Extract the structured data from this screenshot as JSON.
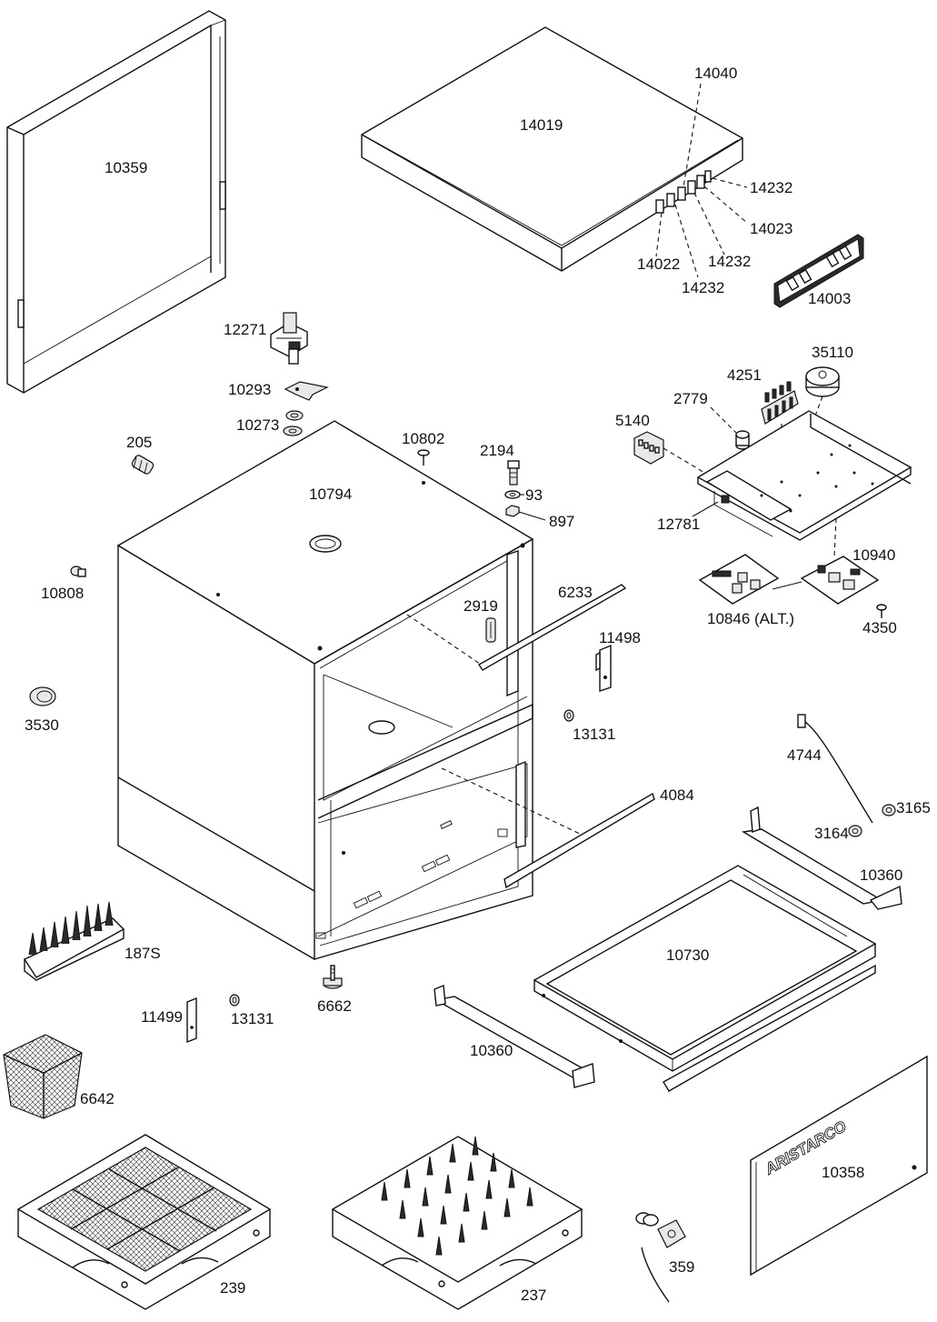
{
  "labels": {
    "p10359": "10359",
    "p14019": "14019",
    "p14040": "14040",
    "p14232a": "14232",
    "p14023": "14023",
    "p14232b": "14232",
    "p14022": "14022",
    "p14232c": "14232",
    "p14003": "14003",
    "p12271": "12271",
    "p10293": "10293",
    "p10273": "10273",
    "p35110": "35110",
    "p4251": "4251",
    "p2779": "2779",
    "p5140": "5140",
    "p205": "205",
    "p10802": "10802",
    "p2194": "2194",
    "p10794": "10794",
    "p93": "93",
    "p897": "897",
    "p12781": "12781",
    "p10940": "10940",
    "p10808": "10808",
    "p6233": "6233",
    "p2919": "2919",
    "p10846": "10846 (ALT.)",
    "p4350": "4350",
    "p11498": "11498",
    "p3530": "3530",
    "p13131a": "13131",
    "p4744": "4744",
    "p4084": "4084",
    "p3165": "3165",
    "p3164": "3164",
    "p10360a": "10360",
    "p187s": "187S",
    "p10730": "10730",
    "p11499": "11499",
    "p13131b": "13131",
    "p6662": "6662",
    "p10360b": "10360",
    "p6642": "6642",
    "p10358": "10358",
    "p239": "239",
    "p237": "237",
    "p359": "359"
  },
  "brand_logo": "ARISTARCO"
}
